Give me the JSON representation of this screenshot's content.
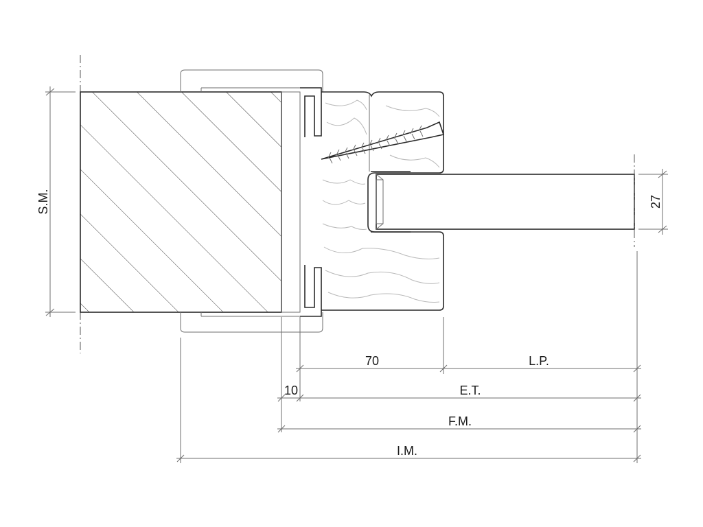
{
  "labels": {
    "wall_thickness": "S.M.",
    "leaf_thickness": "27",
    "frame_depth": "70",
    "light_passage": "L.P.",
    "gap": "10",
    "external_frame": "E.T.",
    "wall_opening": "F.M.",
    "overall_dimension": "I.M."
  },
  "colors": {
    "line": "#2a2a2a",
    "dimension": "#6e6e6e",
    "grain": "#b9b9b9"
  }
}
